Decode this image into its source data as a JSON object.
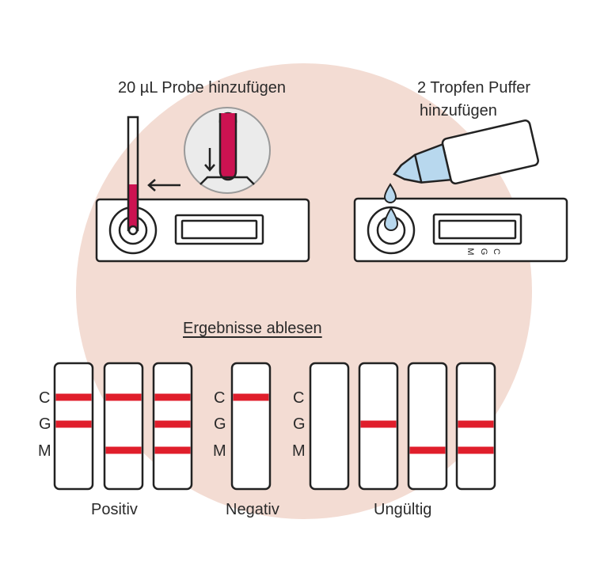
{
  "colors": {
    "background_circle": "#f3dcd3",
    "sample_red": "#cc1251",
    "result_line": "#e01e2b",
    "buffer_blue": "#b8d8ee",
    "outline": "#222222"
  },
  "steps": {
    "add_sample": {
      "label": "20 µL Probe hinzufügen"
    },
    "add_buffer": {
      "line1": "2 Tropfen Puffer",
      "line2": "hinzufügen"
    }
  },
  "cassette_labels": {
    "c": "C",
    "g": "G",
    "m": "M"
  },
  "results_heading": "Ergebnisse ablesen",
  "strip_labels": {
    "c": "C",
    "g": "G",
    "m": "M"
  },
  "groups": [
    {
      "label": "Positiv",
      "strips": [
        [
          "C",
          "G"
        ],
        [
          "C",
          "M"
        ],
        [
          "C",
          "G",
          "M"
        ]
      ]
    },
    {
      "label": "Negativ",
      "strips": [
        [
          "C"
        ]
      ]
    },
    {
      "label": "Ungültig",
      "strips": [
        [],
        [
          "G"
        ],
        [
          "M"
        ],
        [
          "G",
          "M"
        ]
      ]
    }
  ]
}
